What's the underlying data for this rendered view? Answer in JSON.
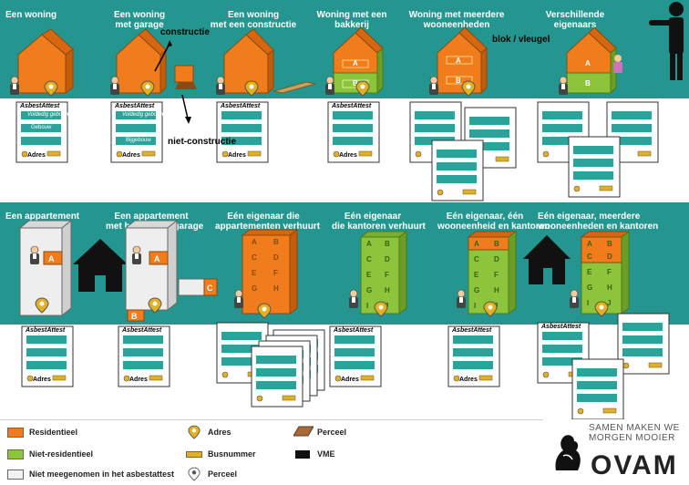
{
  "top_row": {
    "scenarios": [
      "Een woning",
      "Een woning\nmet garage",
      "Een woning\nmet een constructie",
      "Woning met een\nbakkerij",
      "Woning met meerdere\nwooneenheden",
      "Verschillende\neigenaars"
    ]
  },
  "bottom_row": {
    "scenarios": [
      "Een appartement",
      "Een appartement\nmet berging en garage",
      "Eén eigenaar die\nappartementen verhuurt",
      "Eén eigenaar\ndie kantoren verhuurt",
      "Eén eigenaar, één\nwooneenheid en kantoren",
      "Eén eigenaar, meerdere\nwooneenheden en kantoren"
    ]
  },
  "annotations": {
    "constructie": "constructie",
    "niet_constructie": "niet-constructie",
    "blok_vleugel": "blok / vleugel"
  },
  "attest": {
    "title": "AsbestAttest",
    "vo_label": "Voldedig gebouw",
    "gebouw": "Gebouw",
    "bijgebouw": "Bijgebouw",
    "adres": "Adres"
  },
  "unit_letters": {
    "tower_8": [
      "A",
      "B",
      "C",
      "D",
      "E",
      "F",
      "G",
      "H",
      "I",
      "J"
    ],
    "house": [
      "A",
      "B"
    ],
    "apt": [
      "A",
      "B"
    ],
    "c_box": "C"
  },
  "legend": {
    "residentieel": "Residentieel",
    "niet_residentieel": "Niet-residentieel",
    "niet_meegenomen": "Niet meegenomen in het asbestattest",
    "adres": "Adres",
    "busnummer": "Busnummer",
    "perceel_pin": "Perceel",
    "perceel": "Perceel",
    "vme": "VME"
  },
  "brand": {
    "slogan_line1": "SAMEN MAKEN WE",
    "slogan_line2": "MORGEN MOOIER",
    "name": "OVAM"
  },
  "colors": {
    "teal": "#25968f",
    "residential": "#f07c1b",
    "nonresidential": "#8cc43c",
    "excluded": "#f2f2f2",
    "attest_teal": "#2aa39a",
    "pin": "#e3b021"
  }
}
